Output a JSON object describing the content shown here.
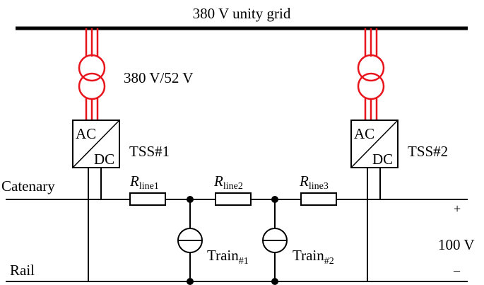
{
  "grid": {
    "label": "380 V unity grid"
  },
  "transformer": {
    "label": "380 V/52 V"
  },
  "substations": [
    {
      "name": "TSS#1",
      "ac": "AC",
      "dc": "DC"
    },
    {
      "name": "TSS#2",
      "ac": "AC",
      "dc": "DC"
    }
  ],
  "lines": {
    "catenary": "Catenary",
    "rail": "Rail"
  },
  "resistors": [
    {
      "main": "R",
      "sub": "line1"
    },
    {
      "main": "R",
      "sub": "line2"
    },
    {
      "main": "R",
      "sub": "line3"
    }
  ],
  "trains": [
    {
      "main": "Train",
      "sub": "#1"
    },
    {
      "main": "Train",
      "sub": "#2"
    }
  ],
  "voltage": {
    "label": "100 V",
    "plus": "+",
    "minus": "–"
  },
  "colors": {
    "wire": "#000000",
    "transformer": "#e8141c"
  }
}
